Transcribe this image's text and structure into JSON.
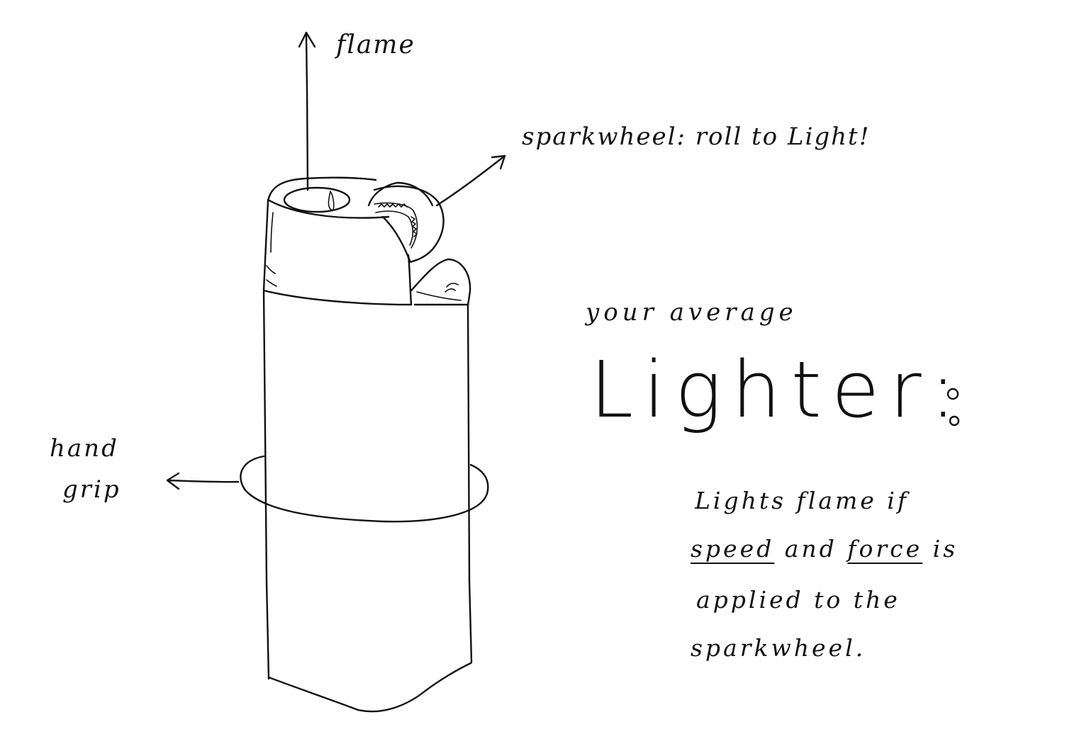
{
  "labels": {
    "flame": "flame",
    "sparkwheel": "sparkwheel: roll to Light!",
    "hand": "hand",
    "grip": "grip",
    "average": "your average",
    "title": "Lighter:"
  },
  "description": {
    "line1": "Lights flame if",
    "line2_a": "speed",
    "line2_b": " and ",
    "line2_c": "force",
    "line2_d": " is",
    "line3": "applied to the",
    "line4": "sparkwheel."
  },
  "colors": {
    "ink": "#111111",
    "background": "#ffffff"
  }
}
